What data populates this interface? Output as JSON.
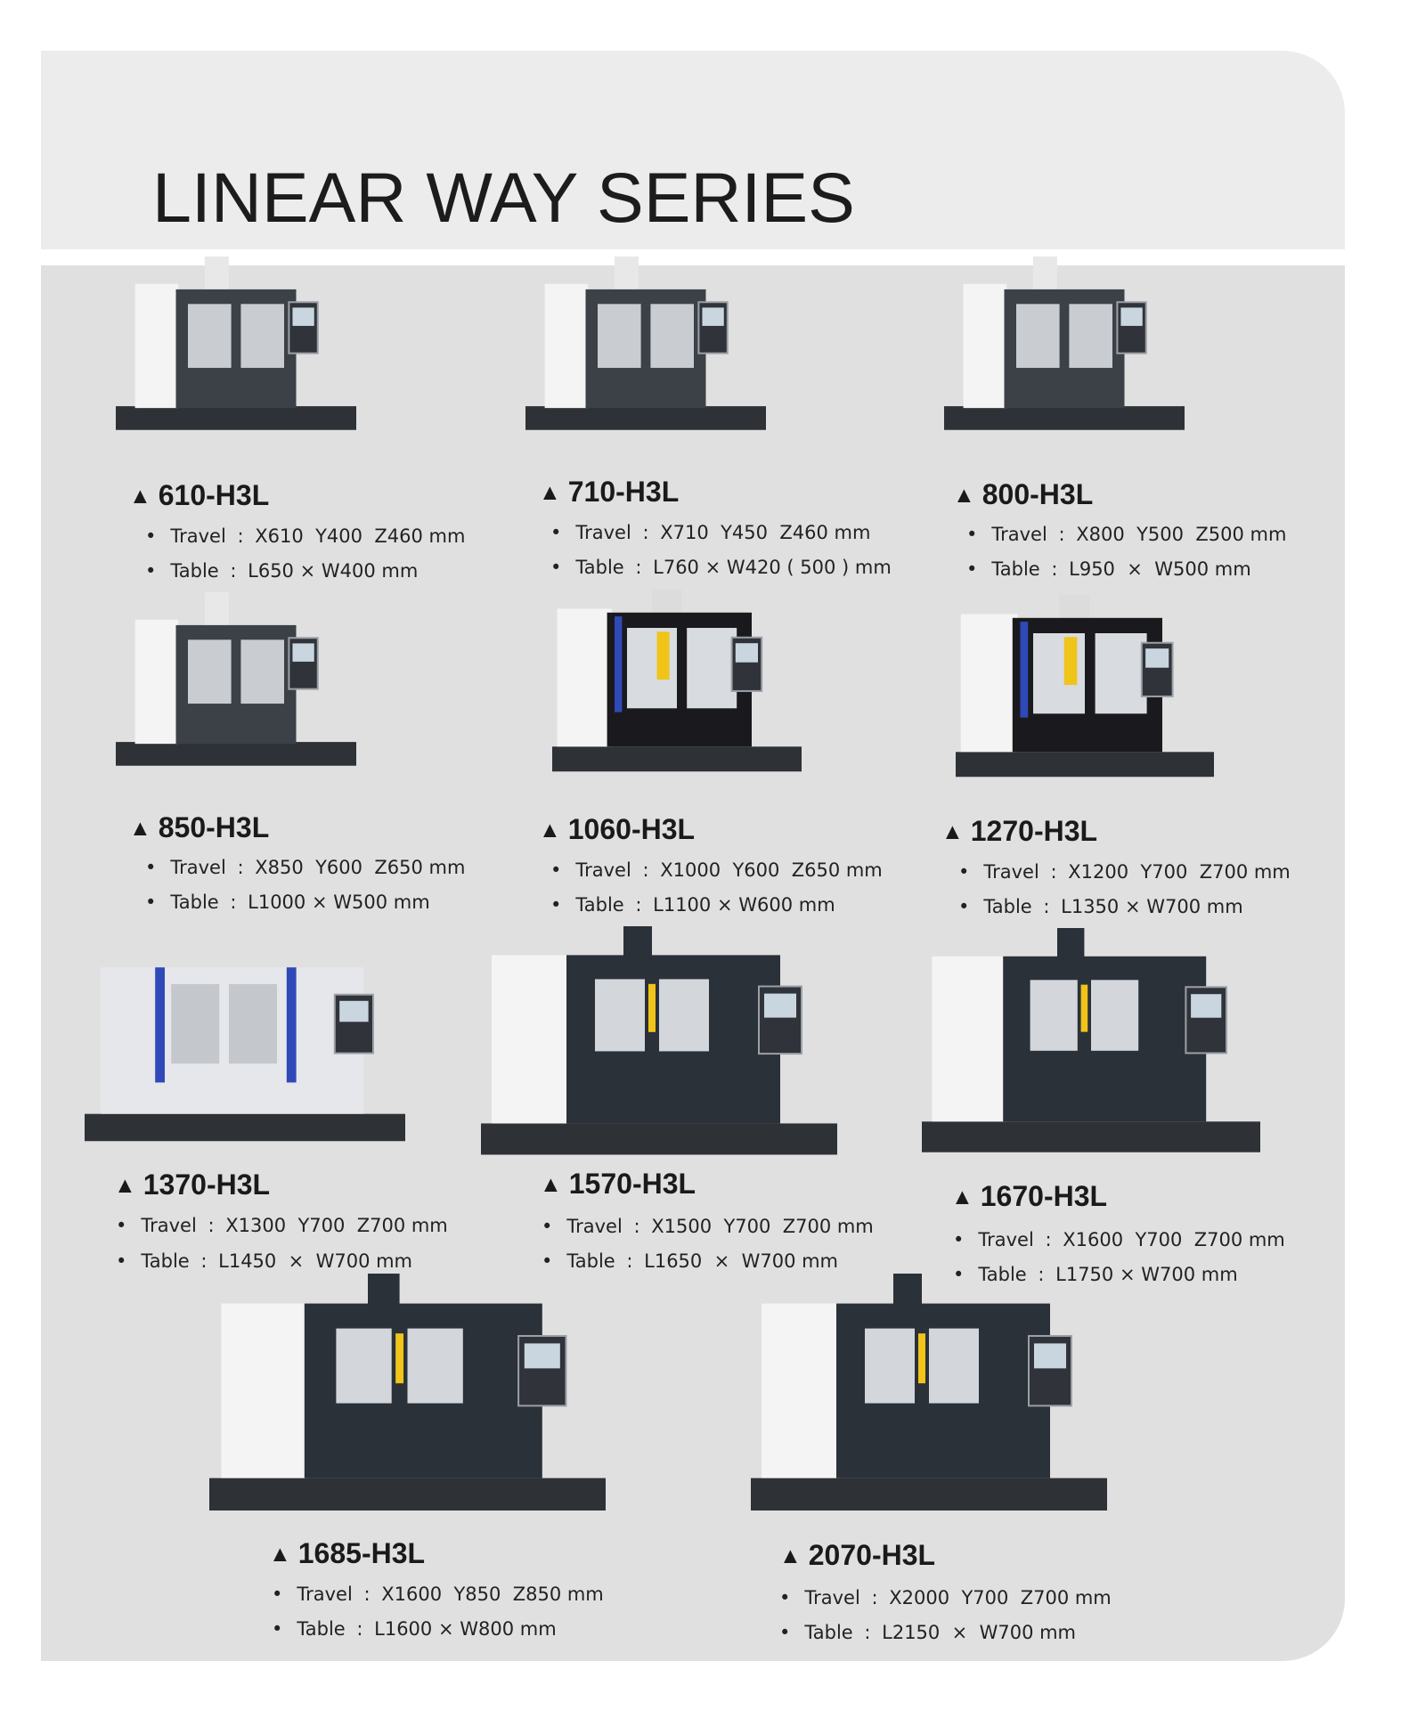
{
  "title": "LINEAR WAY SERIES",
  "models": [
    {
      "name": "610-H3L",
      "travel_label": "Travel",
      "travel": "X610  Y400  Z460 mm",
      "table_label": "Table",
      "table": "L650 × W400 mm",
      "style": "gray"
    },
    {
      "name": "710-H3L",
      "travel_label": "Travel",
      "travel": "X710  Y450  Z460 mm",
      "table_label": "Table",
      "table": "L760 × W420 ( 500 ) mm",
      "style": "gray"
    },
    {
      "name": "800-H3L",
      "travel_label": "Travel",
      "travel": "X800  Y500  Z500 mm",
      "table_label": "Table",
      "table": "L950  ×  W500 mm",
      "style": "gray"
    },
    {
      "name": "850-H3L",
      "travel_label": "Travel",
      "travel": "X850  Y600  Z650 mm",
      "table_label": "Table",
      "table": "L1000 × W500 mm",
      "style": "gray"
    },
    {
      "name": "1060-H3L",
      "travel_label": "Travel",
      "travel": "X1000  Y600  Z650 mm",
      "table_label": "Table",
      "table": "L1100 × W600 mm",
      "style": "black"
    },
    {
      "name": "1270-H3L",
      "travel_label": "Travel",
      "travel": "X1200  Y700  Z700 mm",
      "table_label": "Table",
      "table": "L1350 × W700 mm",
      "style": "black"
    },
    {
      "name": "1370-H3L",
      "travel_label": "Travel",
      "travel": "X1300  Y700  Z700 mm",
      "table_label": "Table",
      "table": "L1450  ×  W700 mm",
      "style": "wide-light"
    },
    {
      "name": "1570-H3L",
      "travel_label": "Travel",
      "travel": "X1500  Y700  Z700 mm",
      "table_label": "Table",
      "table": "L1650  ×  W700 mm",
      "style": "wide-dark"
    },
    {
      "name": "1670-H3L",
      "travel_label": "Travel",
      "travel": "X1600  Y700  Z700 mm",
      "table_label": "Table",
      "table": "L1750 × W700 mm",
      "style": "wide-dark"
    },
    {
      "name": "1685-H3L",
      "travel_label": "Travel",
      "travel": "X1600  Y850  Z850 mm",
      "table_label": "Table",
      "table": "L1600 × W800 mm",
      "style": "wide-dark"
    },
    {
      "name": "2070-H3L",
      "travel_label": "Travel",
      "travel": "X2000  Y700  Z700 mm",
      "table_label": "Table",
      "table": "L2150  ×  W700 mm",
      "style": "wide-dark"
    }
  ]
}
